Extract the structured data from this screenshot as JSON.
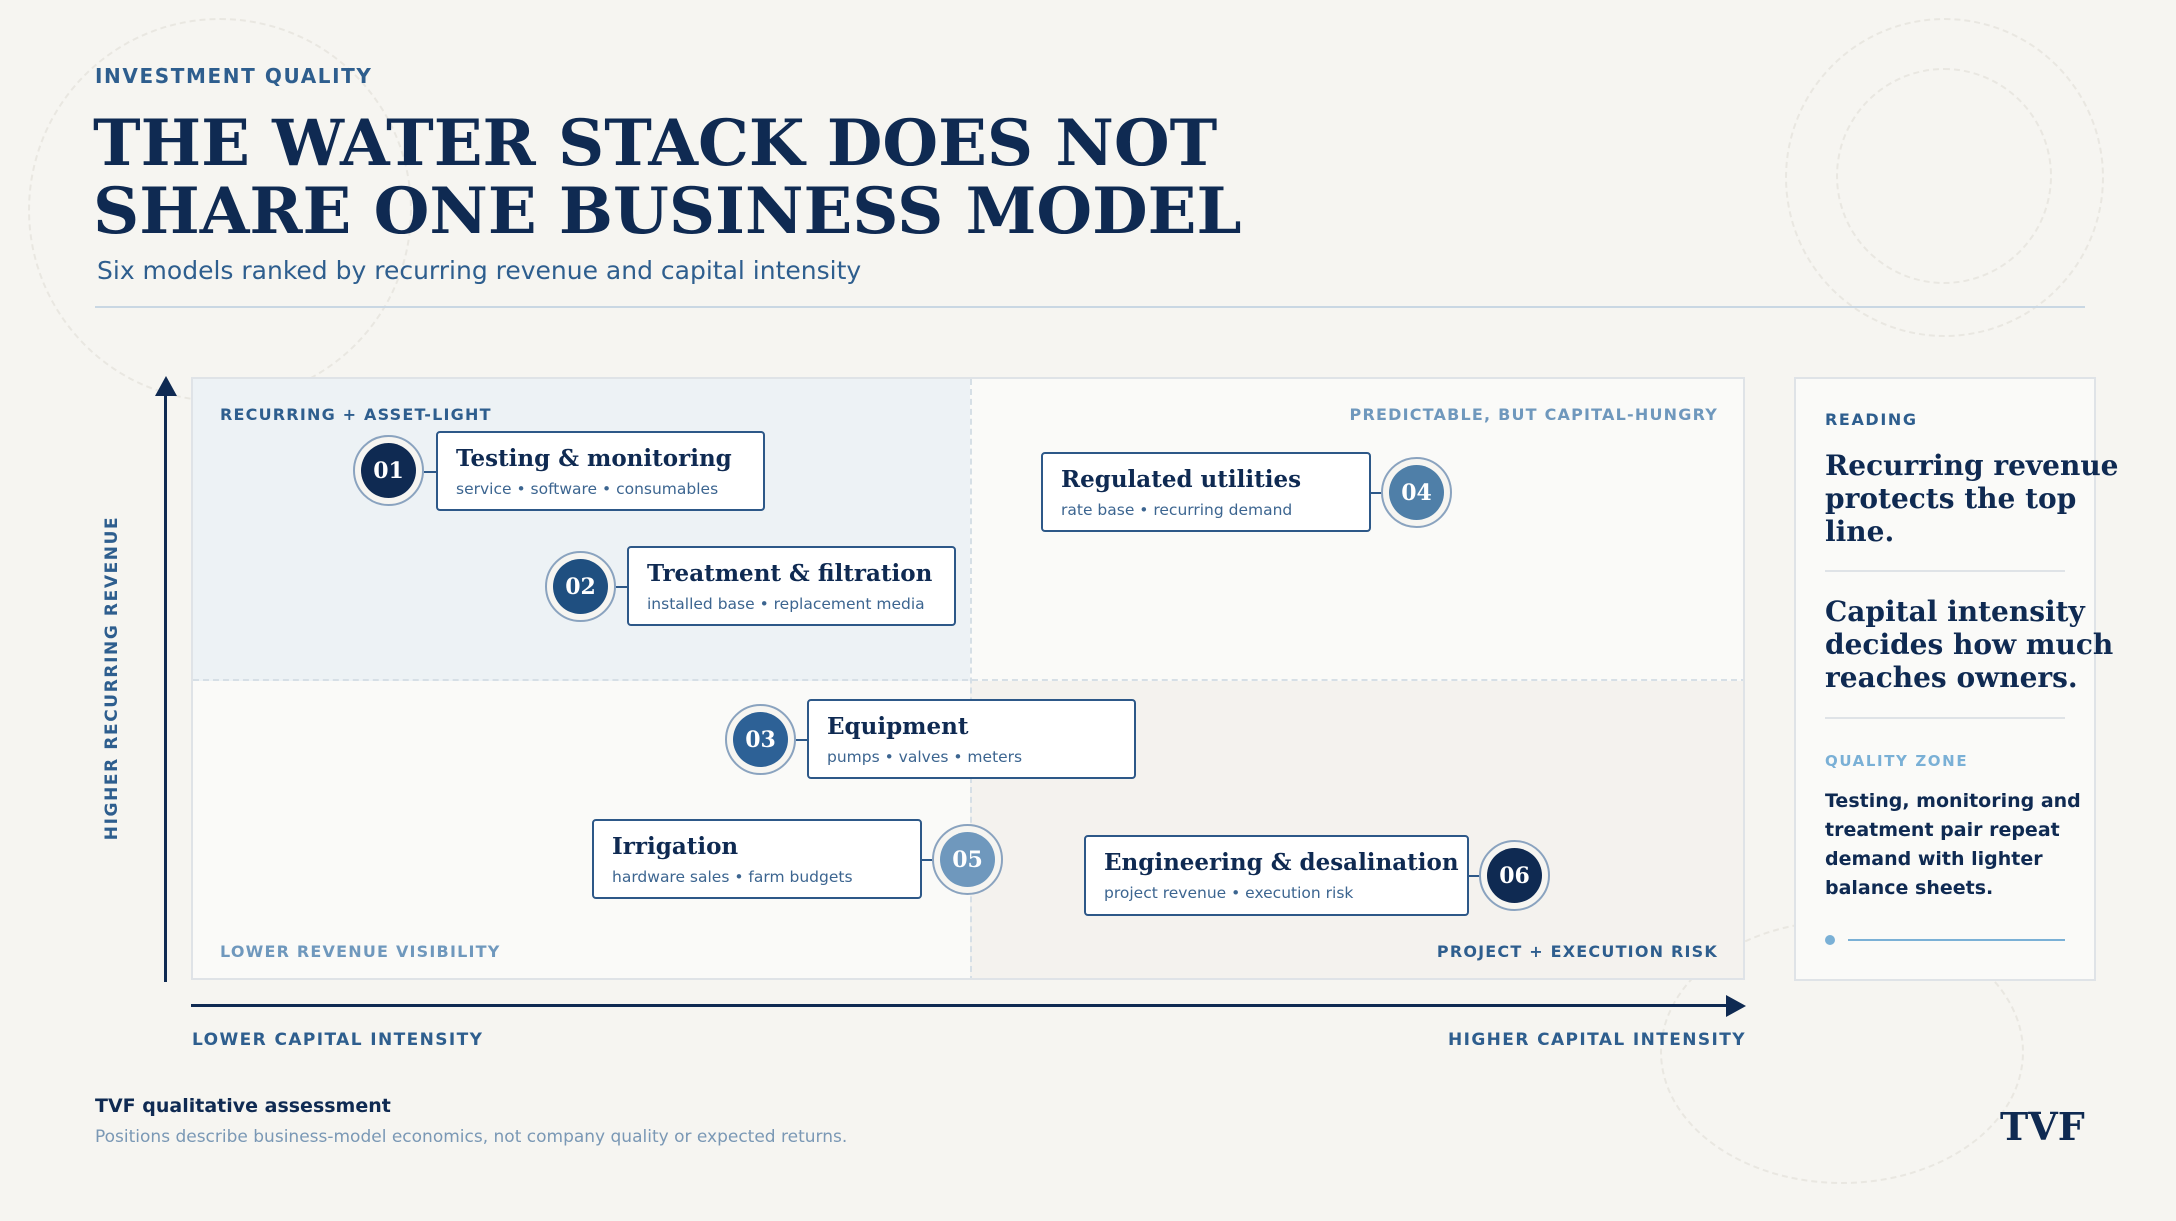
{
  "header": {
    "eyebrow": "INVESTMENT QUALITY",
    "title_line1": "THE WATER STACK DOES NOT",
    "title_line2": "SHARE ONE BUSINESS MODEL",
    "subtitle": "Six models ranked by recurring revenue and capital intensity"
  },
  "matrix": {
    "y_axis_label": "HIGHER RECURRING REVENUE",
    "x_axis_left_label": "LOWER CAPITAL INTENSITY",
    "x_axis_right_label": "HIGHER CAPITAL INTENSITY",
    "quadrants": {
      "top_left": "RECURRING + ASSET-LIGHT",
      "top_right": "PREDICTABLE, BUT CAPITAL-HUNGRY",
      "bottom_left": "LOWER REVENUE VISIBILITY",
      "bottom_right": "PROJECT + EXECUTION RISK"
    },
    "nodes": [
      {
        "rank": "01",
        "title": "Testing & monitoring",
        "subtitle": "service • software • consumables",
        "badge_color": "#0f2a52"
      },
      {
        "rank": "02",
        "title": "Treatment & filtration",
        "subtitle": "installed base • replacement media",
        "badge_color": "#1f4f80"
      },
      {
        "rank": "03",
        "title": "Equipment",
        "subtitle": "pumps • valves • meters",
        "badge_color": "#2d6196"
      },
      {
        "rank": "04",
        "title": "Regulated utilities",
        "subtitle": "rate base • recurring demand",
        "badge_color": "#4f7fa8"
      },
      {
        "rank": "05",
        "title": "Irrigation",
        "subtitle": "hardware sales • farm budgets",
        "badge_color": "#6f98bd"
      },
      {
        "rank": "06",
        "title": "Engineering & desalination",
        "subtitle": "project revenue • execution risk",
        "badge_color": "#0f2a52"
      }
    ]
  },
  "reading_panel": {
    "label": "READING",
    "lead1": "Recurring revenue protects the top line.",
    "lead2": "Capital intensity decides how much reaches owners.",
    "zone_label": "QUALITY ZONE",
    "zone_text": "Testing, monitoring and treatment pair repeat demand with lighter balance sheets.",
    "accent_color": "#7ab0d6"
  },
  "footer": {
    "title": "TVF qualitative assessment",
    "note": "Positions describe business-model economics, not company quality or expected returns.",
    "brand": "TVF"
  }
}
